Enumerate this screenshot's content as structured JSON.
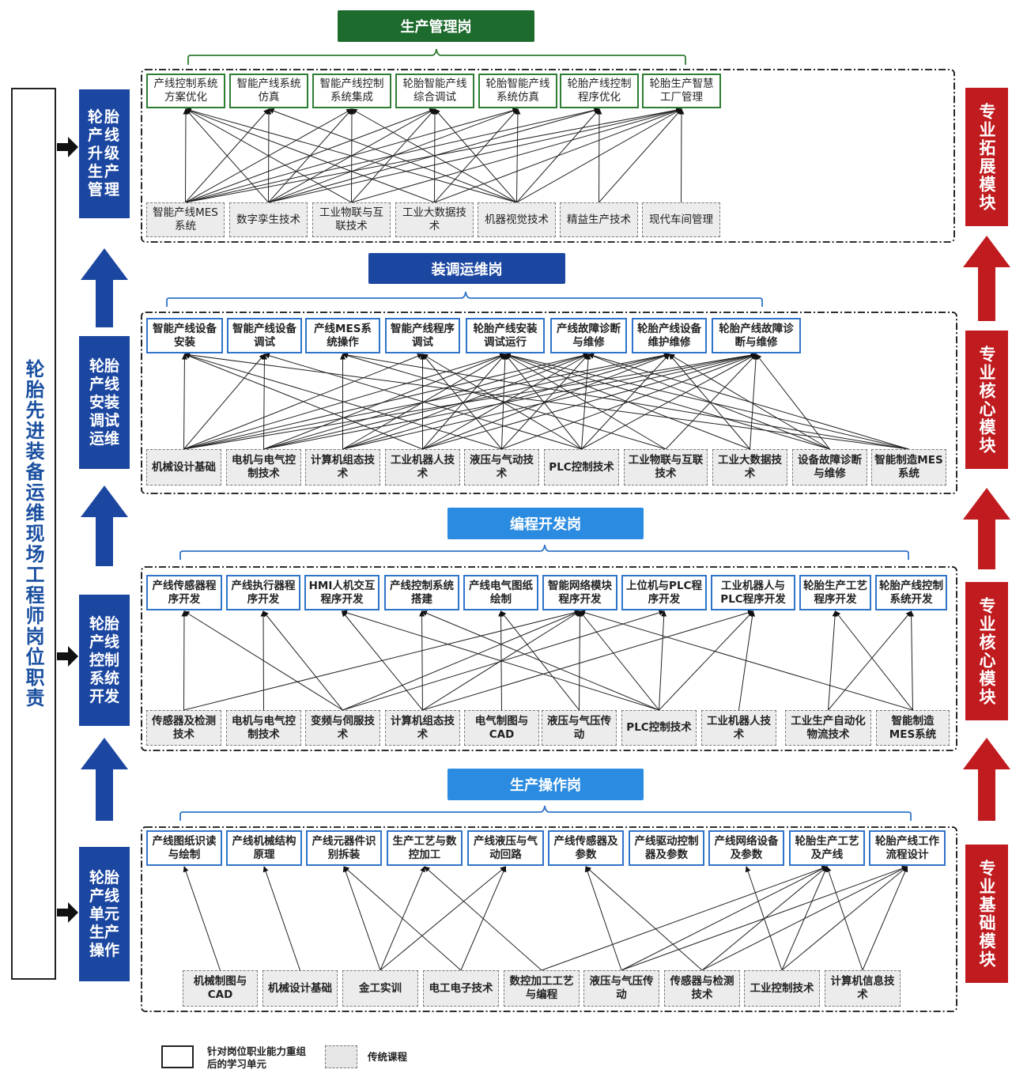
{
  "left_title": "轮胎先进装备运维现场工程师岗位职责",
  "stages": [
    "轮胎产线升级生产管理",
    "轮胎产线安装调试运维",
    "轮胎产线控制系统开发",
    "轮胎产线单元生产操作"
  ],
  "modules": [
    "专业拓展模块",
    "专业核心模块",
    "专业核心模块",
    "专业基础模块"
  ],
  "posts": [
    "生产管理岗",
    "装调运维岗",
    "编程开发岗",
    "生产操作岗"
  ],
  "colors": {
    "dark_blue": "#1c47a1",
    "green": "#1e6b2e",
    "light_blue": "#2a8be0",
    "red": "#c01b1f",
    "unit_green": "#2e7d32",
    "unit_blue": "#2f74c9"
  },
  "rows": [
    {
      "units": [
        "产线控制系统方案优化",
        "智能产线系统仿真",
        "智能产线控制系统集成",
        "轮胎智能产线综合调试",
        "轮胎智能产线系统仿真",
        "轮胎产线控制程序优化",
        "轮胎生产智慧工厂管理"
      ],
      "courses": [
        "智能产线MES系统",
        "数字孪生技术",
        "工业物联与互联技术",
        "工业大数据技术",
        "机器视觉技术",
        "精益生产技术",
        "现代车间管理"
      ],
      "links": [
        [
          0,
          0
        ],
        [
          0,
          1
        ],
        [
          0,
          2
        ],
        [
          0,
          3
        ],
        [
          0,
          4
        ],
        [
          0,
          5
        ],
        [
          0,
          6
        ],
        [
          1,
          0
        ],
        [
          1,
          1
        ],
        [
          1,
          2
        ],
        [
          1,
          3
        ],
        [
          1,
          4
        ],
        [
          1,
          5
        ],
        [
          1,
          6
        ],
        [
          2,
          0
        ],
        [
          2,
          2
        ],
        [
          2,
          3
        ],
        [
          2,
          6
        ],
        [
          3,
          0
        ],
        [
          3,
          3
        ],
        [
          3,
          4
        ],
        [
          3,
          6
        ],
        [
          4,
          0
        ],
        [
          4,
          1
        ],
        [
          4,
          2
        ],
        [
          4,
          3
        ],
        [
          4,
          4
        ],
        [
          4,
          5
        ],
        [
          4,
          6
        ],
        [
          5,
          5
        ],
        [
          5,
          6
        ],
        [
          6,
          6
        ]
      ]
    },
    {
      "units": [
        "智能产线设备安装",
        "智能产线设备调试",
        "产线MES系统操作",
        "智能产线程序调试",
        "轮胎产线安装调试运行",
        "产线故障诊断与维修",
        "轮胎产线设备维护维修",
        "轮胎产线故障诊断与维修"
      ],
      "courses": [
        "机械设计基础",
        "电机与电气控制技术",
        "计算机组态技术",
        "工业机器人技术",
        "液压与气动技术",
        "PLC控制技术",
        "工业物联与互联技术",
        "工业大数据技术",
        "设备故障诊断与维修",
        "智能制造MES系统"
      ],
      "links": [
        [
          0,
          0
        ],
        [
          0,
          1
        ],
        [
          0,
          3
        ],
        [
          0,
          4
        ],
        [
          0,
          5
        ],
        [
          0,
          6
        ],
        [
          0,
          7
        ],
        [
          1,
          1
        ],
        [
          1,
          4
        ],
        [
          1,
          5
        ],
        [
          1,
          6
        ],
        [
          1,
          7
        ],
        [
          2,
          2
        ],
        [
          2,
          4
        ],
        [
          2,
          5
        ],
        [
          2,
          6
        ],
        [
          2,
          7
        ],
        [
          3,
          0
        ],
        [
          3,
          3
        ],
        [
          3,
          4
        ],
        [
          3,
          5
        ],
        [
          3,
          6
        ],
        [
          3,
          7
        ],
        [
          4,
          0
        ],
        [
          4,
          3
        ],
        [
          4,
          4
        ],
        [
          4,
          5
        ],
        [
          4,
          7
        ],
        [
          5,
          1
        ],
        [
          5,
          3
        ],
        [
          5,
          4
        ],
        [
          5,
          5
        ],
        [
          5,
          6
        ],
        [
          5,
          7
        ],
        [
          6,
          2
        ],
        [
          6,
          4
        ],
        [
          6,
          7
        ],
        [
          7,
          4
        ],
        [
          7,
          6
        ],
        [
          7,
          7
        ],
        [
          8,
          4
        ],
        [
          8,
          5
        ],
        [
          8,
          6
        ],
        [
          8,
          7
        ],
        [
          9,
          0
        ],
        [
          9,
          2
        ],
        [
          9,
          4
        ],
        [
          9,
          5
        ]
      ]
    },
    {
      "units": [
        "产线传感器程序开发",
        "产线执行器程序开发",
        "HMI人机交互程序开发",
        "产线控制系统搭建",
        "产线电气图纸绘制",
        "智能网络模块程序开发",
        "上位机与PLC程序开发",
        "工业机器人与PLC程序开发",
        "轮胎生产工艺程序开发",
        "轮胎产线控制系统开发"
      ],
      "courses": [
        "传感器及检测技术",
        "电机与电气控制技术",
        "变频与伺服技术",
        "计算机组态技术",
        "电气制图与CAD",
        "液压与气压传动",
        "PLC控制技术",
        "工业机器人技术",
        "工业生产自动化物流技术",
        "智能制造MES系统"
      ],
      "links": [
        [
          0,
          0
        ],
        [
          0,
          5
        ],
        [
          1,
          1
        ],
        [
          2,
          0
        ],
        [
          2,
          1
        ],
        [
          2,
          5
        ],
        [
          2,
          6
        ],
        [
          3,
          2
        ],
        [
          3,
          3
        ],
        [
          3,
          5
        ],
        [
          3,
          7
        ],
        [
          4,
          4
        ],
        [
          5,
          4
        ],
        [
          5,
          5
        ],
        [
          6,
          2
        ],
        [
          6,
          3
        ],
        [
          6,
          5
        ],
        [
          6,
          6
        ],
        [
          6,
          7
        ],
        [
          7,
          7
        ],
        [
          8,
          8
        ],
        [
          8,
          9
        ],
        [
          9,
          5
        ],
        [
          9,
          8
        ],
        [
          9,
          9
        ]
      ]
    },
    {
      "units": [
        "产线图纸识读与绘制",
        "产线机械结构原理",
        "产线元器件识别拆装",
        "生产工艺与数控加工",
        "产线液压与气动回路",
        "产线传感器及参数",
        "产线驱动控制器及参数",
        "产线网络设备及参数",
        "轮胎生产工艺及产线",
        "轮胎产线工作流程设计"
      ],
      "courses": [
        "机械制图与CAD",
        "机械设计基础",
        "金工实训",
        "电工电子技术",
        "数控加工工艺与编程",
        "液压与气压传动",
        "传感器与检测技术",
        "工业控制技术",
        "计算机信息技术"
      ],
      "links": [
        [
          0,
          0
        ],
        [
          1,
          1
        ],
        [
          2,
          2
        ],
        [
          2,
          3
        ],
        [
          2,
          4
        ],
        [
          3,
          2
        ],
        [
          3,
          4
        ],
        [
          4,
          3
        ],
        [
          4,
          8
        ],
        [
          5,
          5
        ],
        [
          5,
          8
        ],
        [
          5,
          9
        ],
        [
          6,
          5
        ],
        [
          6,
          8
        ],
        [
          6,
          9
        ],
        [
          7,
          7
        ],
        [
          7,
          8
        ],
        [
          7,
          9
        ],
        [
          8,
          8
        ],
        [
          8,
          9
        ]
      ]
    }
  ],
  "legend": {
    "solid": "针对岗位职业能力重组后的学习单元",
    "dashed": "传统课程"
  }
}
